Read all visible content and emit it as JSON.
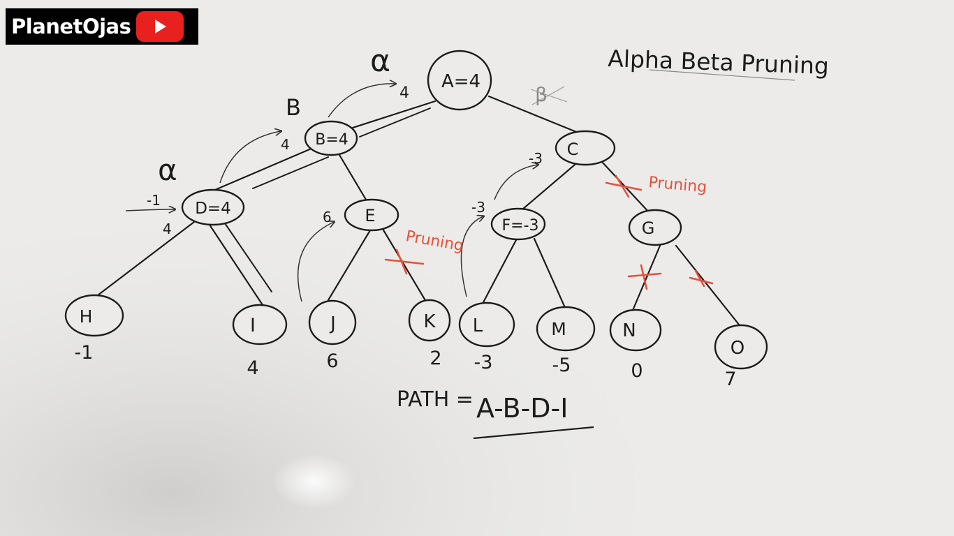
{
  "channel": {
    "name": "PlanetOjas",
    "icon": "youtube-play-icon"
  },
  "title": "Alpha Beta Pruning",
  "nodes": {
    "A": "A=4",
    "B": "B=4",
    "C": "C",
    "D": "D=4",
    "E": "E",
    "F": "F=-3",
    "G": "G",
    "H": "H",
    "I": "I",
    "J": "J",
    "K": "K",
    "L": "L",
    "M": "M",
    "N": "N",
    "O": "O"
  },
  "leaf_values": {
    "H": "-1",
    "I": "4",
    "J": "6",
    "K": "2",
    "L": "-3",
    "M": "-5",
    "N": "0",
    "O": "7"
  },
  "labels": {
    "alpha_top": "α",
    "beta": "B",
    "alpha_left": "α",
    "crossed_beta": "β",
    "arrow_to_A": "4",
    "arrow_to_B": "4",
    "arrow_to_D": "4",
    "d_side": "-1",
    "arrow_to_E": "6",
    "arrow_to_C": "-3",
    "arrow_to_F": "-3"
  },
  "pruning_labels": [
    "Pruning",
    "Pruning"
  ],
  "path": {
    "label": "PATH =",
    "value": "A-B-D-I"
  },
  "colors": {
    "ink": "#1c1c1c",
    "prune": "#e2523a",
    "board": "#ecebe9"
  }
}
